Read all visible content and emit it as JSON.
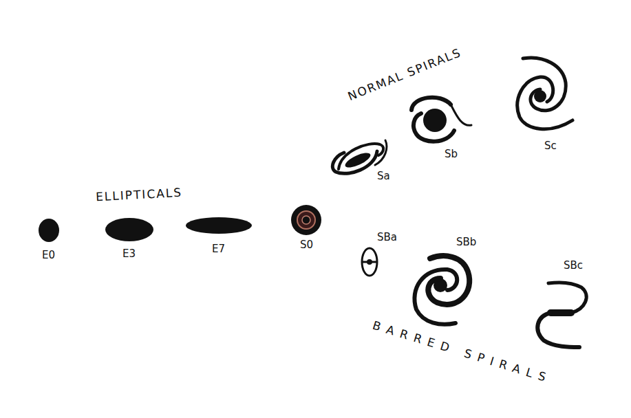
{
  "diagram": {
    "labels": [
      "NORMAL SPIRALS",
      "ELLIPTICALS",
      "E0",
      "E3",
      "E7",
      "S0",
      "Sa",
      "Sb",
      "Sc",
      "SBa",
      "SBb",
      "SBc",
      "BARRED SPIRALS"
    ]
  }
}
